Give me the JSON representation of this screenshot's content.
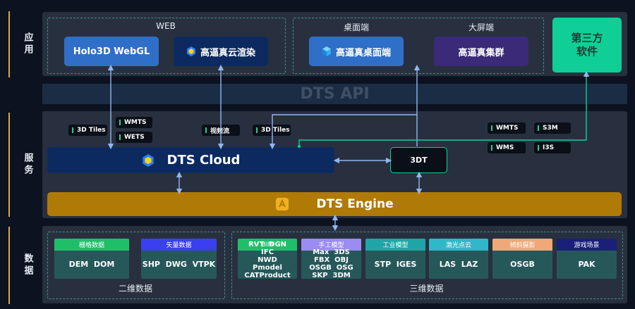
{
  "layers": {
    "app": "应用",
    "service": "服务",
    "data": "数据"
  },
  "app": {
    "web_title": "WEB",
    "holo3d": "Holo3D WebGL",
    "cloud_render": "高逼真云渲染",
    "desktop_title": "桌面端",
    "desktop_app": "高逼真桌面端",
    "bigscreen_title": "大屏端",
    "bigscreen_app": "高逼真集群",
    "third_party": "第三方\n软件"
  },
  "api": {
    "label": "DTS API"
  },
  "service": {
    "tags_left": [
      "3D Tiles",
      "WMTS",
      "WETS",
      "视频流",
      "3D Tiles"
    ],
    "tags_right": [
      "WMTS",
      "S3M",
      "WMS",
      "I3S"
    ],
    "dts_cloud": "DTS Cloud",
    "box_3dt": "3DT",
    "dts_engine": "DTS Engine"
  },
  "data": {
    "group_2d": "二维数据",
    "group_3d": "三维数据",
    "cards": [
      {
        "head": "栅格数据",
        "body": "DEM  DOM",
        "color": "#1fbf6a"
      },
      {
        "head": "矢量数据",
        "body": "SHP  DWG  VTPK",
        "color": "#3a3ff0"
      },
      {
        "head": "BIM",
        "body": "RVT  DGN\nIFC\nNWD\nPmodel\nCATProduct",
        "color": "#1fbf6a"
      },
      {
        "head": "手工模型",
        "body": "Max  3DS\nFBX  OBJ\nOSGB  OSG\nSKP  3DM",
        "color": "#9a8cf0"
      },
      {
        "head": "工业模型",
        "body": "STP  IGES",
        "color": "#1ea6a6"
      },
      {
        "head": "激光点云",
        "body": "LAS  LAZ",
        "color": "#2fb8c8"
      },
      {
        "head": "倾斜摄影",
        "body": "OSGB",
        "color": "#f0a878"
      },
      {
        "head": "游戏场景",
        "body": "PAK",
        "color": "#1a1f7a"
      }
    ]
  },
  "colors": {
    "accent": "#0fcf96",
    "engine": "#b07a06",
    "cloud": "#0c2a60",
    "api": "#1b2d44"
  }
}
